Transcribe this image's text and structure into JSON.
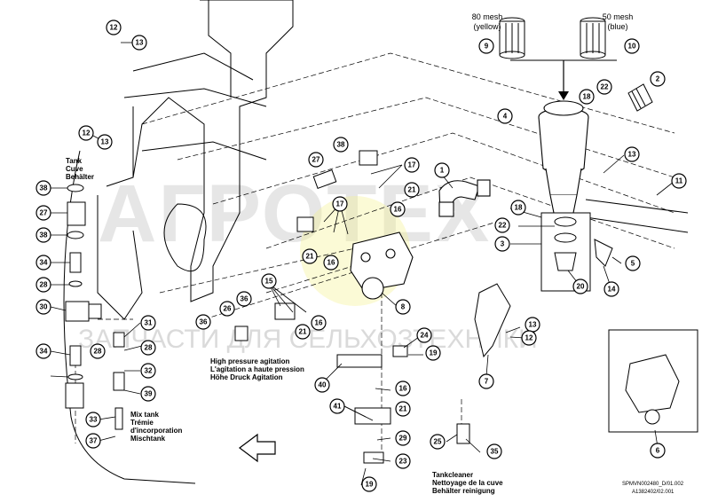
{
  "mesh": {
    "yellow_line1": "80 mesh",
    "yellow_line2": "(yellow)",
    "blue_line1": "50 mesh",
    "blue_line2": "(blue)"
  },
  "labels": {
    "tank_1": "Tank",
    "tank_2": "Cuve",
    "tank_3": "Behälter",
    "hpa_1": "High pressure agitation",
    "hpa_2": "L'agitation a haute pression",
    "hpa_3": "Höhe Druck Agitation",
    "mix_1": "Mix tank",
    "mix_2": "Trémie",
    "mix_3": "d'incorporation",
    "mix_4": "Mischtank",
    "tc_1": "Tankcleaner",
    "tc_2": "Nettoyage de la cuve",
    "tc_3": "Behälter reinigung",
    "ref_1": "SPMVN002480_D/01.002",
    "ref_2": "A1382402/02.001"
  },
  "watermark": {
    "main": "АГРОТЕХ",
    "sub": "ЗАПЧАСТИ ДЛЯ СЕЛЬХОЗТЕХНИКИ"
  },
  "callouts": {
    "c_12a": "12",
    "c_13a": "13",
    "c_12b": "12",
    "c_13b": "13",
    "c_38a": "38",
    "c_27a": "27",
    "c_38b": "38",
    "c_34a": "34",
    "c_28a": "28",
    "c_30": "30",
    "c_31": "31",
    "c_28b": "28",
    "c_34b": "34",
    "c_28c": "28",
    "c_32": "32",
    "c_39": "39",
    "c_33": "33",
    "c_37": "37",
    "c_38c": "38",
    "c_27b": "27",
    "c_17a": "17",
    "c_21a": "21",
    "c_16a": "16",
    "c_17b": "17",
    "c_21b": "21",
    "c_16b": "16",
    "c_1": "1",
    "c_8": "8",
    "c_15": "15",
    "c_16c": "16",
    "c_21c": "21",
    "c_36a": "36",
    "c_26": "26",
    "c_36b": "36",
    "c_9": "9",
    "c_10": "10",
    "c_2": "2",
    "c_22a": "22",
    "c_18a": "18",
    "c_4": "4",
    "c_13c": "13",
    "c_11": "11",
    "c_18b": "18",
    "c_22b": "22",
    "c_3": "3",
    "c_5": "5",
    "c_14": "14",
    "c_20": "20",
    "c_13d": "13",
    "c_12c": "12",
    "c_7": "7",
    "c_6": "6",
    "c_24": "24",
    "c_19a": "19",
    "c_40": "40",
    "c_16d": "16",
    "c_41": "41",
    "c_21d": "21",
    "c_29": "29",
    "c_23": "23",
    "c_19b": "19",
    "c_25": "25",
    "c_35": "35"
  }
}
